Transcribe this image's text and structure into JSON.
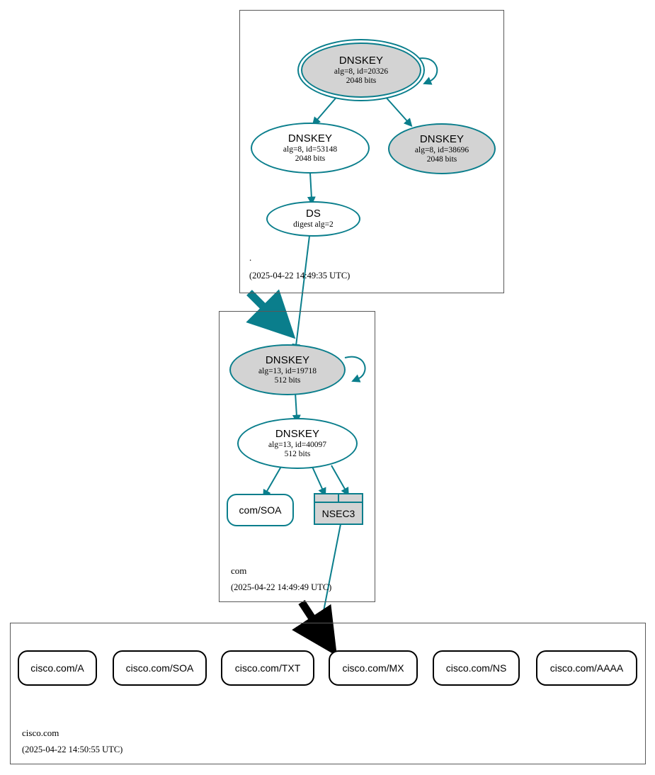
{
  "meta": {
    "title": "DNSSEC authentication chain for cisco.com",
    "accent_color": "#0a7e8c",
    "secure_fill": "#d3d3d3",
    "insecure_color": "#000000",
    "zone_border_color": "#595959"
  },
  "zones": [
    {
      "id": "root",
      "label": ".",
      "timestamp": "(2025-04-22 14:49:35 UTC)"
    },
    {
      "id": "com",
      "label": "com",
      "timestamp": "(2025-04-22 14:49:49 UTC)"
    },
    {
      "id": "cisco",
      "label": "cisco.com",
      "timestamp": "(2025-04-22 14:50:55 UTC)"
    }
  ],
  "nodes": {
    "root_ksk": {
      "type": "DNSKEY",
      "title": "DNSKEY",
      "params": "alg=8, id=20326",
      "size": "2048 bits"
    },
    "root_zsk": {
      "type": "DNSKEY",
      "title": "DNSKEY",
      "params": "alg=8, id=53148",
      "size": "2048 bits"
    },
    "root_zsk2": {
      "type": "DNSKEY",
      "title": "DNSKEY",
      "params": "alg=8, id=38696",
      "size": "2048 bits"
    },
    "root_ds": {
      "type": "DS",
      "title": "DS",
      "params": "digest alg=2",
      "size": ""
    },
    "com_ksk": {
      "type": "DNSKEY",
      "title": "DNSKEY",
      "params": "alg=13, id=19718",
      "size": "512 bits"
    },
    "com_zsk": {
      "type": "DNSKEY",
      "title": "DNSKEY",
      "params": "alg=13, id=40097",
      "size": "512 bits"
    },
    "com_soa": {
      "type": "RRSET",
      "title": "com/SOA"
    },
    "com_nsec3": {
      "type": "NSEC3",
      "title": "NSEC3"
    }
  },
  "cisco_rrsets": [
    {
      "label": "cisco.com/A"
    },
    {
      "label": "cisco.com/SOA"
    },
    {
      "label": "cisco.com/TXT"
    },
    {
      "label": "cisco.com/MX"
    },
    {
      "label": "cisco.com/NS"
    },
    {
      "label": "cisco.com/AAAA"
    }
  ]
}
